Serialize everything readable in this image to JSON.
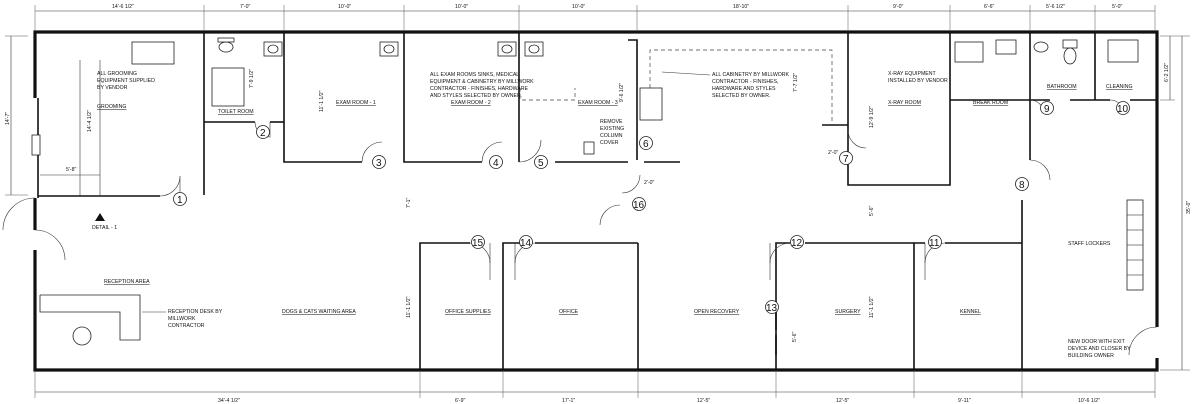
{
  "rooms": {
    "grooming": "GROOMING",
    "toilet_room": "TOILET ROOM",
    "exam_room_1": "EXAM ROOM - 1",
    "exam_room_2": "EXAM ROOM - 2",
    "exam_room_3": "EXAM ROOM - 3",
    "xray_room": "X-RAY ROOM",
    "break_room": "BREAK ROOM",
    "bathroom": "BATHROOM",
    "cleaning": "CLEANING",
    "reception_area": "RECEPTION AREA",
    "waiting_area": "DOGS & CATS WAITING AREA",
    "office_supplies": "OFFICE SUPPLIES",
    "office": "OFFICE",
    "open_recovery": "OPEN RECOVERY",
    "surgery": "SURGERY",
    "kennel": "KENNEL",
    "staff_lockers": "STAFF LOCKERS"
  },
  "notes": {
    "grooming_equipment": [
      "ALL GROOMING",
      "EQUIPMENT SUPPLIED",
      "BY VENDOR"
    ],
    "exam_sinks": [
      "ALL EXAM ROOMS SINKS, MEDICAL",
      "EQUIPMENT & CABINETRY BY MILLWORK",
      "CONTRACTOR - FINISHES, HARDWARE",
      "AND STYLES SELECTED BY OWNER."
    ],
    "cabinetry": [
      "ALL CABINETRY BY MILLWORK",
      "CONTRACTOR - FINISHES,",
      "HARDWARE AND STYLES",
      "SELECTED BY OWNER."
    ],
    "xray_equipment": [
      "X-RAY EQUIPMENT",
      "INSTALLED BY VENDOR"
    ],
    "column": [
      "REMOVE",
      "EXISTING",
      "COLUMN",
      "COVER"
    ],
    "reception_desk": [
      "RECEPTION DESK BY",
      "MILLWORK",
      "CONTRACTOR"
    ],
    "new_door": [
      "NEW DOOR WITH EXIT",
      "DEVICE AND CLOSER BY",
      "BUILDING OWNER"
    ],
    "detail": "DETAIL - 1"
  },
  "dimensions": {
    "top": [
      "14'-6 1/2\"",
      "7'-0\"",
      "10'-0\"",
      "10'-0\"",
      "10'-0\"",
      "18'-10\"",
      "9'-0\"",
      "6'-6\"",
      "5'-6 1/2\"",
      "5'-0\""
    ],
    "bottom": [
      "34'-4 1/2\"",
      "6'-9\"",
      "17'-1\"",
      "12'-5\"",
      "12'-5\"",
      "9'-11\"",
      "10'-6 1/2\""
    ],
    "left": "14'-7\"",
    "right_upper": "6'-2 1/2\"",
    "right_total": "35'-0\"",
    "interior": [
      "14'-4 1/2\"",
      "5'-8\"",
      "7'-9 1/2\"",
      "11'-1 1/2\"",
      "9'-6 1/2\"",
      "7'-7 1/2\"",
      "12'-9 1/2\"",
      "2'-0\"",
      "2'-0\"",
      "7'-1\"",
      "11'-1 1/2\"",
      "5'-6\"",
      "11'-1 1/2\"",
      "5'-6\""
    ]
  },
  "tags": [
    "1",
    "2",
    "3",
    "4",
    "5",
    "6",
    "7",
    "8",
    "9",
    "10",
    "11",
    "12",
    "13",
    "14",
    "15",
    "16"
  ]
}
